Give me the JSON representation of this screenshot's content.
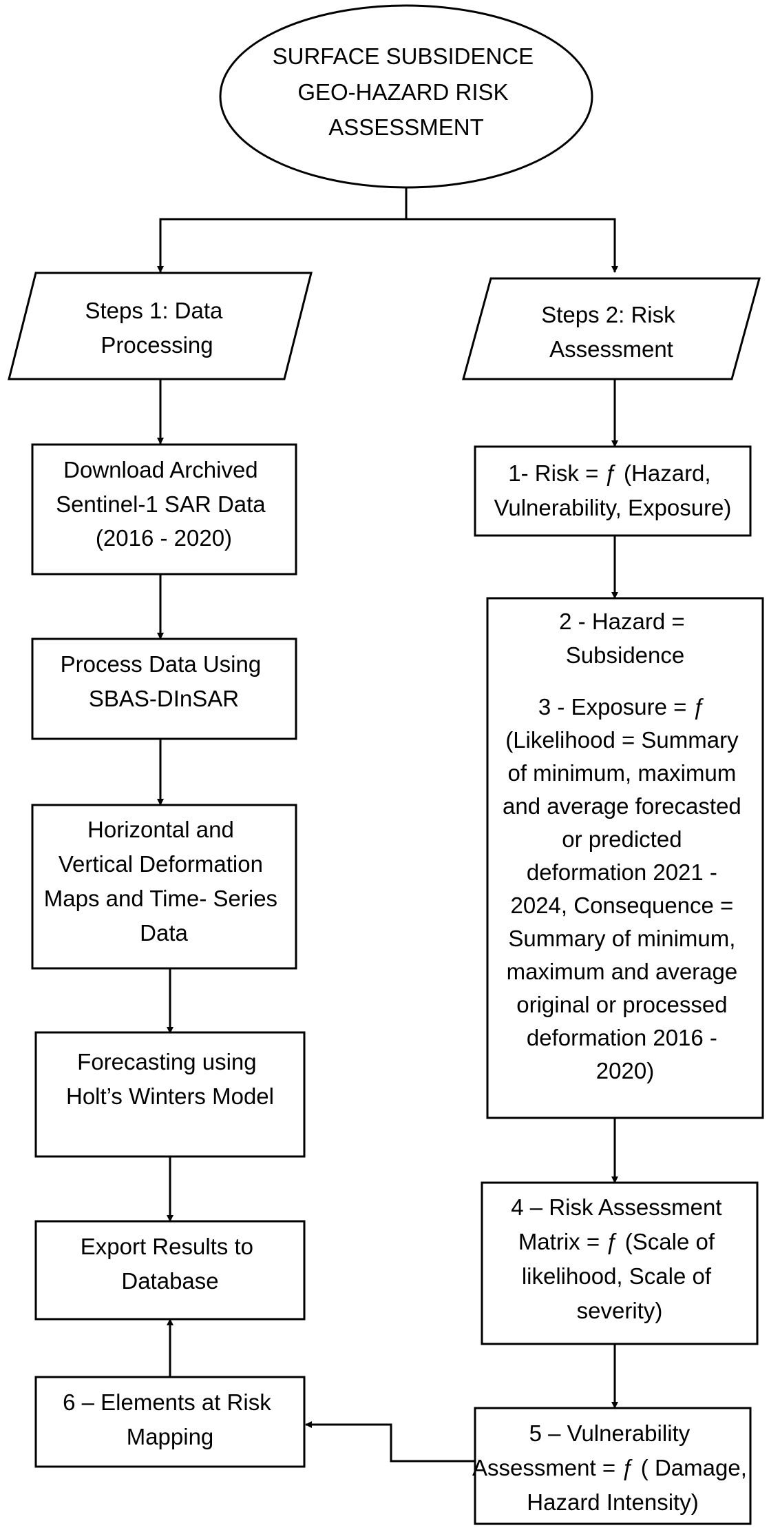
{
  "start": {
    "lines": [
      "SURFACE SUBSIDENCE",
      "GEO-HAZARD RISK",
      "ASSESSMENT"
    ]
  },
  "left": {
    "step": {
      "lines": [
        "Steps 1: Data",
        "Processing"
      ]
    },
    "download": {
      "lines": [
        "Download Archived",
        "Sentinel-1 SAR Data",
        "(2016 - 2020)"
      ]
    },
    "process": {
      "lines": [
        "Process Data Using",
        "SBAS-DInSAR"
      ]
    },
    "deformation": {
      "lines": [
        "Horizontal and",
        "Vertical Deformation",
        "Maps and Time- Series",
        "Data"
      ]
    },
    "forecast": {
      "lines": [
        "Forecasting using",
        "Holt’s Winters Model"
      ]
    },
    "export": {
      "lines": [
        "Export Results to",
        "Database"
      ]
    },
    "elements": {
      "lines": [
        "6 – Elements at Risk",
        "Mapping"
      ]
    }
  },
  "right": {
    "step": {
      "lines": [
        "Steps 2: Risk",
        "Assessment"
      ]
    },
    "risk": {
      "lines": [
        "1- Risk = ƒ (Hazard,",
        "Vulnerability, Exposure)"
      ]
    },
    "hazard": {
      "lines": [
        "2 - Hazard =",
        "Subsidence"
      ]
    },
    "exposure": {
      "lines": [
        "3 - Exposure = ƒ",
        "(Likelihood = Summary",
        "of minimum, maximum",
        "and average forecasted",
        "or predicted",
        "deformation 2021 -",
        "2024, Consequence =",
        "Summary of minimum,",
        "maximum and average",
        "original or processed",
        "deformation 2016 -",
        "2020)"
      ]
    },
    "matrix": {
      "lines": [
        "4 – Risk Assessment",
        "Matrix = ƒ (Scale of",
        "likelihood, Scale of",
        "severity)"
      ]
    },
    "vulnerability": {
      "lines": [
        "5 – Vulnerability",
        "Assessment = ƒ ( Damage,",
        "Hazard Intensity)"
      ]
    }
  }
}
